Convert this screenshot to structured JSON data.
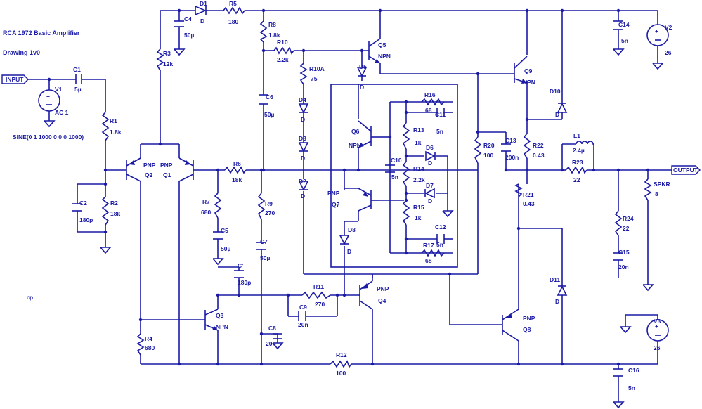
{
  "title": "RCA 1972 Basic Amplifier",
  "drawing": "Drawing 1v0",
  "op_directive": ".op",
  "source_fn": "SINE(0 1 1000 0 0 0 1000)",
  "ports": {
    "input": "INPUT",
    "output": "OUTPUT"
  },
  "components": {
    "V1": {
      "name": "V1",
      "value": "AC 1"
    },
    "V2": {
      "name": "V2",
      "value": "26"
    },
    "V3": {
      "name": "V3",
      "value": "26"
    },
    "C1": {
      "name": "C1",
      "value": "5µ"
    },
    "C2": {
      "name": "C2",
      "value": "180p"
    },
    "C4": {
      "name": "C4",
      "value": "50µ"
    },
    "C5": {
      "name": "C5",
      "value": "50µ"
    },
    "C6": {
      "name": "C6",
      "value": "50µ"
    },
    "C7": {
      "name": "C7",
      "value": "50µ"
    },
    "C8": {
      "name": "C8",
      "value": "20n"
    },
    "C9": {
      "name": "C9",
      "value": "20n"
    },
    "C10": {
      "name": "C10",
      "value": "5n"
    },
    "C11": {
      "name": "C11",
      "value": "5n"
    },
    "C12": {
      "name": "C12",
      "value": "5n"
    },
    "C13": {
      "name": "C13",
      "value": "200n"
    },
    "C14": {
      "name": "C14",
      "value": "5n"
    },
    "C15": {
      "name": "C15",
      "value": "20n"
    },
    "C16": {
      "name": "C16",
      "value": "5n"
    },
    "Cp": {
      "name": "C'",
      "value": "180p"
    },
    "R1": {
      "name": "R1",
      "value": "1.8k"
    },
    "R2": {
      "name": "R2",
      "value": "18k"
    },
    "R3": {
      "name": "R3",
      "value": "12k"
    },
    "R4": {
      "name": "R4",
      "value": "680"
    },
    "R5": {
      "name": "R5",
      "value": "180"
    },
    "R6": {
      "name": "R6",
      "value": "18k"
    },
    "R7": {
      "name": "R7",
      "value": "680"
    },
    "R8": {
      "name": "R8",
      "value": "1.8k"
    },
    "R9": {
      "name": "R9",
      "value": "270"
    },
    "R10": {
      "name": "R10",
      "value": "2.2k"
    },
    "R10A": {
      "name": "R10A",
      "value": "75"
    },
    "R11": {
      "name": "R11",
      "value": "270"
    },
    "R12": {
      "name": "R12",
      "value": "100"
    },
    "R13": {
      "name": "R13",
      "value": "1k"
    },
    "R14": {
      "name": "R14",
      "value": "2.2k"
    },
    "R15": {
      "name": "R15",
      "value": "1k"
    },
    "R16": {
      "name": "R16",
      "value": "68"
    },
    "R17": {
      "name": "R17",
      "value": "68"
    },
    "R20": {
      "name": "R20",
      "value": "100"
    },
    "R21": {
      "name": "R21",
      "value": "0.43"
    },
    "R22": {
      "name": "R22",
      "value": "0.43"
    },
    "R23": {
      "name": "R23",
      "value": "22"
    },
    "R24": {
      "name": "R24",
      "value": "22"
    },
    "SPKR": {
      "name": "SPKR",
      "value": "8"
    },
    "L1": {
      "name": "L1",
      "value": "2.4µ"
    },
    "D1": {
      "name": "D1",
      "value": "D"
    },
    "D2": {
      "name": "D2",
      "value": "D"
    },
    "D3": {
      "name": "D3",
      "value": "D"
    },
    "D4": {
      "name": "D4",
      "value": "D"
    },
    "D5": {
      "name": "D5",
      "value": "D"
    },
    "D6": {
      "name": "D6",
      "value": "D"
    },
    "D7": {
      "name": "D7",
      "value": "D"
    },
    "D8": {
      "name": "D8",
      "value": "D"
    },
    "D10": {
      "name": "D10",
      "value": "D"
    },
    "D11": {
      "name": "D11",
      "value": "D"
    },
    "Q1": {
      "name": "Q1",
      "type": "PNP"
    },
    "Q2": {
      "name": "Q2",
      "type": "PNP"
    },
    "Q3": {
      "name": "Q3",
      "type": "NPN"
    },
    "Q4": {
      "name": "Q4",
      "type": "PNP"
    },
    "Q5": {
      "name": "Q5",
      "type": "NPN"
    },
    "Q6": {
      "name": "Q6",
      "type": "NPN"
    },
    "Q7": {
      "name": "Q7",
      "type": "PNP"
    },
    "Q8": {
      "name": "Q8",
      "type": "PNP"
    },
    "Q9": {
      "name": "Q9",
      "type": "NPN"
    }
  }
}
